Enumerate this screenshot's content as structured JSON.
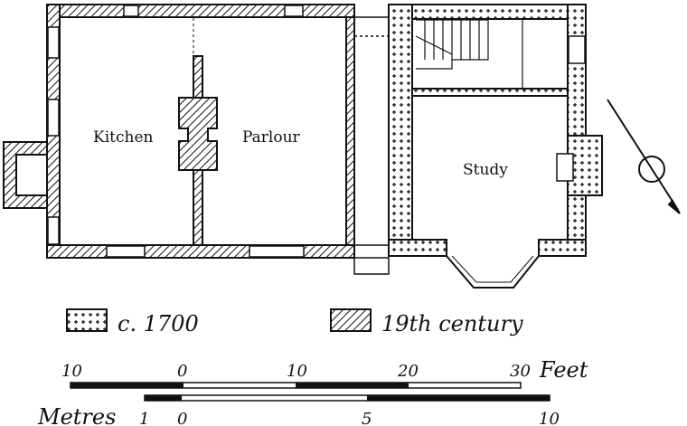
{
  "rooms": {
    "kitchen": "Kitchen",
    "parlour": "Parlour",
    "study": "Study"
  },
  "legend": {
    "period_1": "c. 1700",
    "period_2": "19th century"
  },
  "scale": {
    "feet_unit": "Feet",
    "feet_ticks": [
      "10",
      "0",
      "10",
      "20",
      "30"
    ],
    "metres_unit": "Metres",
    "metres_ticks": [
      "1",
      "0",
      "5",
      "10"
    ]
  },
  "colors": {
    "ink": "#111111",
    "background": "#ffffff"
  }
}
